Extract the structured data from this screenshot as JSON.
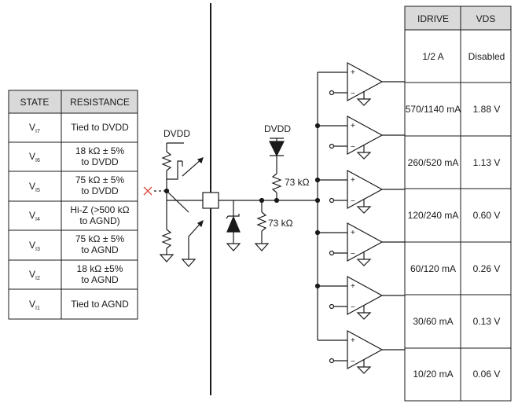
{
  "state_table": {
    "headers": [
      "STATE",
      "RESISTANCE"
    ],
    "rows": [
      {
        "state": "V",
        "sub": "I7",
        "lines": [
          "Tied to DVDD"
        ]
      },
      {
        "state": "V",
        "sub": "I6",
        "lines": [
          "18 kΩ ± 5%",
          "to DVDD"
        ]
      },
      {
        "state": "V",
        "sub": "I5",
        "lines": [
          "75 kΩ ± 5%",
          "to DVDD"
        ]
      },
      {
        "state": "V",
        "sub": "I4",
        "lines": [
          "Hi-Z (>500 kΩ",
          "to AGND)"
        ]
      },
      {
        "state": "V",
        "sub": "I3",
        "lines": [
          "75 kΩ ± 5%",
          "to AGND"
        ]
      },
      {
        "state": "V",
        "sub": "I2",
        "lines": [
          "18 kΩ ±5%",
          "to AGND"
        ]
      },
      {
        "state": "V",
        "sub": "I1",
        "lines": [
          "Tied to AGND"
        ]
      }
    ]
  },
  "idrive_table": {
    "headers": [
      "IDRIVE",
      "VDS"
    ],
    "rows": [
      {
        "idrive": "1/2 A",
        "vds": "Disabled"
      },
      {
        "idrive": "570/1140 mA",
        "vds": "1.88 V"
      },
      {
        "idrive": "260/520 mA",
        "vds": "1.13 V"
      },
      {
        "idrive": "120/240 mA",
        "vds": "0.60 V"
      },
      {
        "idrive": "60/120 mA",
        "vds": "0.26 V"
      },
      {
        "idrive": "30/60 mA",
        "vds": "0.13 V"
      },
      {
        "idrive": "10/20 mA",
        "vds": "0.06 V"
      }
    ]
  },
  "labels": {
    "dvdd_left": "DVDD",
    "dvdd_right": "DVDD",
    "resistor_top": "73 kΩ",
    "resistor_bottom": "73 kΩ"
  },
  "colors": {
    "line": "#1a1a1a",
    "header_fill": "#d9d9d9",
    "cross": "#e0493a"
  },
  "comparator_count": 6
}
